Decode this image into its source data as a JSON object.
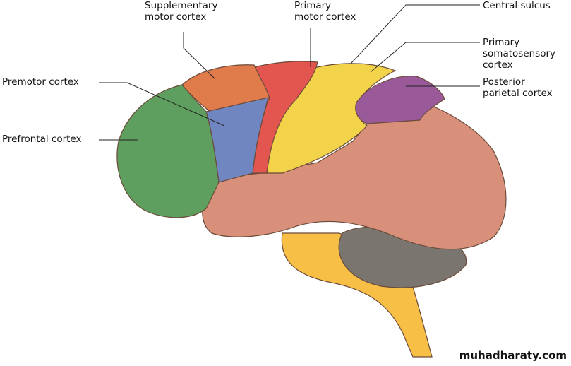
{
  "labels": {
    "supplementary_motor": [
      "Supplementary",
      "motor cortex"
    ],
    "primary_motor": [
      "Primary",
      "motor cortex"
    ],
    "central_sulcus": "Central sulcus",
    "primary_somatosensory": [
      "Primary",
      "somatosensory",
      "cortex"
    ],
    "posterior_parietal": [
      "Posterior",
      "parietal cortex"
    ],
    "premotor": "Premotor cortex",
    "prefrontal": "Prefrontal cortex"
  },
  "watermark": "muhadharaty.com",
  "colors": {
    "prefrontal": "#5e9e5e",
    "supplementary": "#e07b4c",
    "primary_motor": "#e2564f",
    "premotor": "#6f86c0",
    "somatosensory": "#f2d34a",
    "posterior_parietal": "#9a5a9a",
    "rest_cortex": "#d9907a",
    "cerebellum": "#7a766f",
    "brainstem": "#f7bf45"
  }
}
